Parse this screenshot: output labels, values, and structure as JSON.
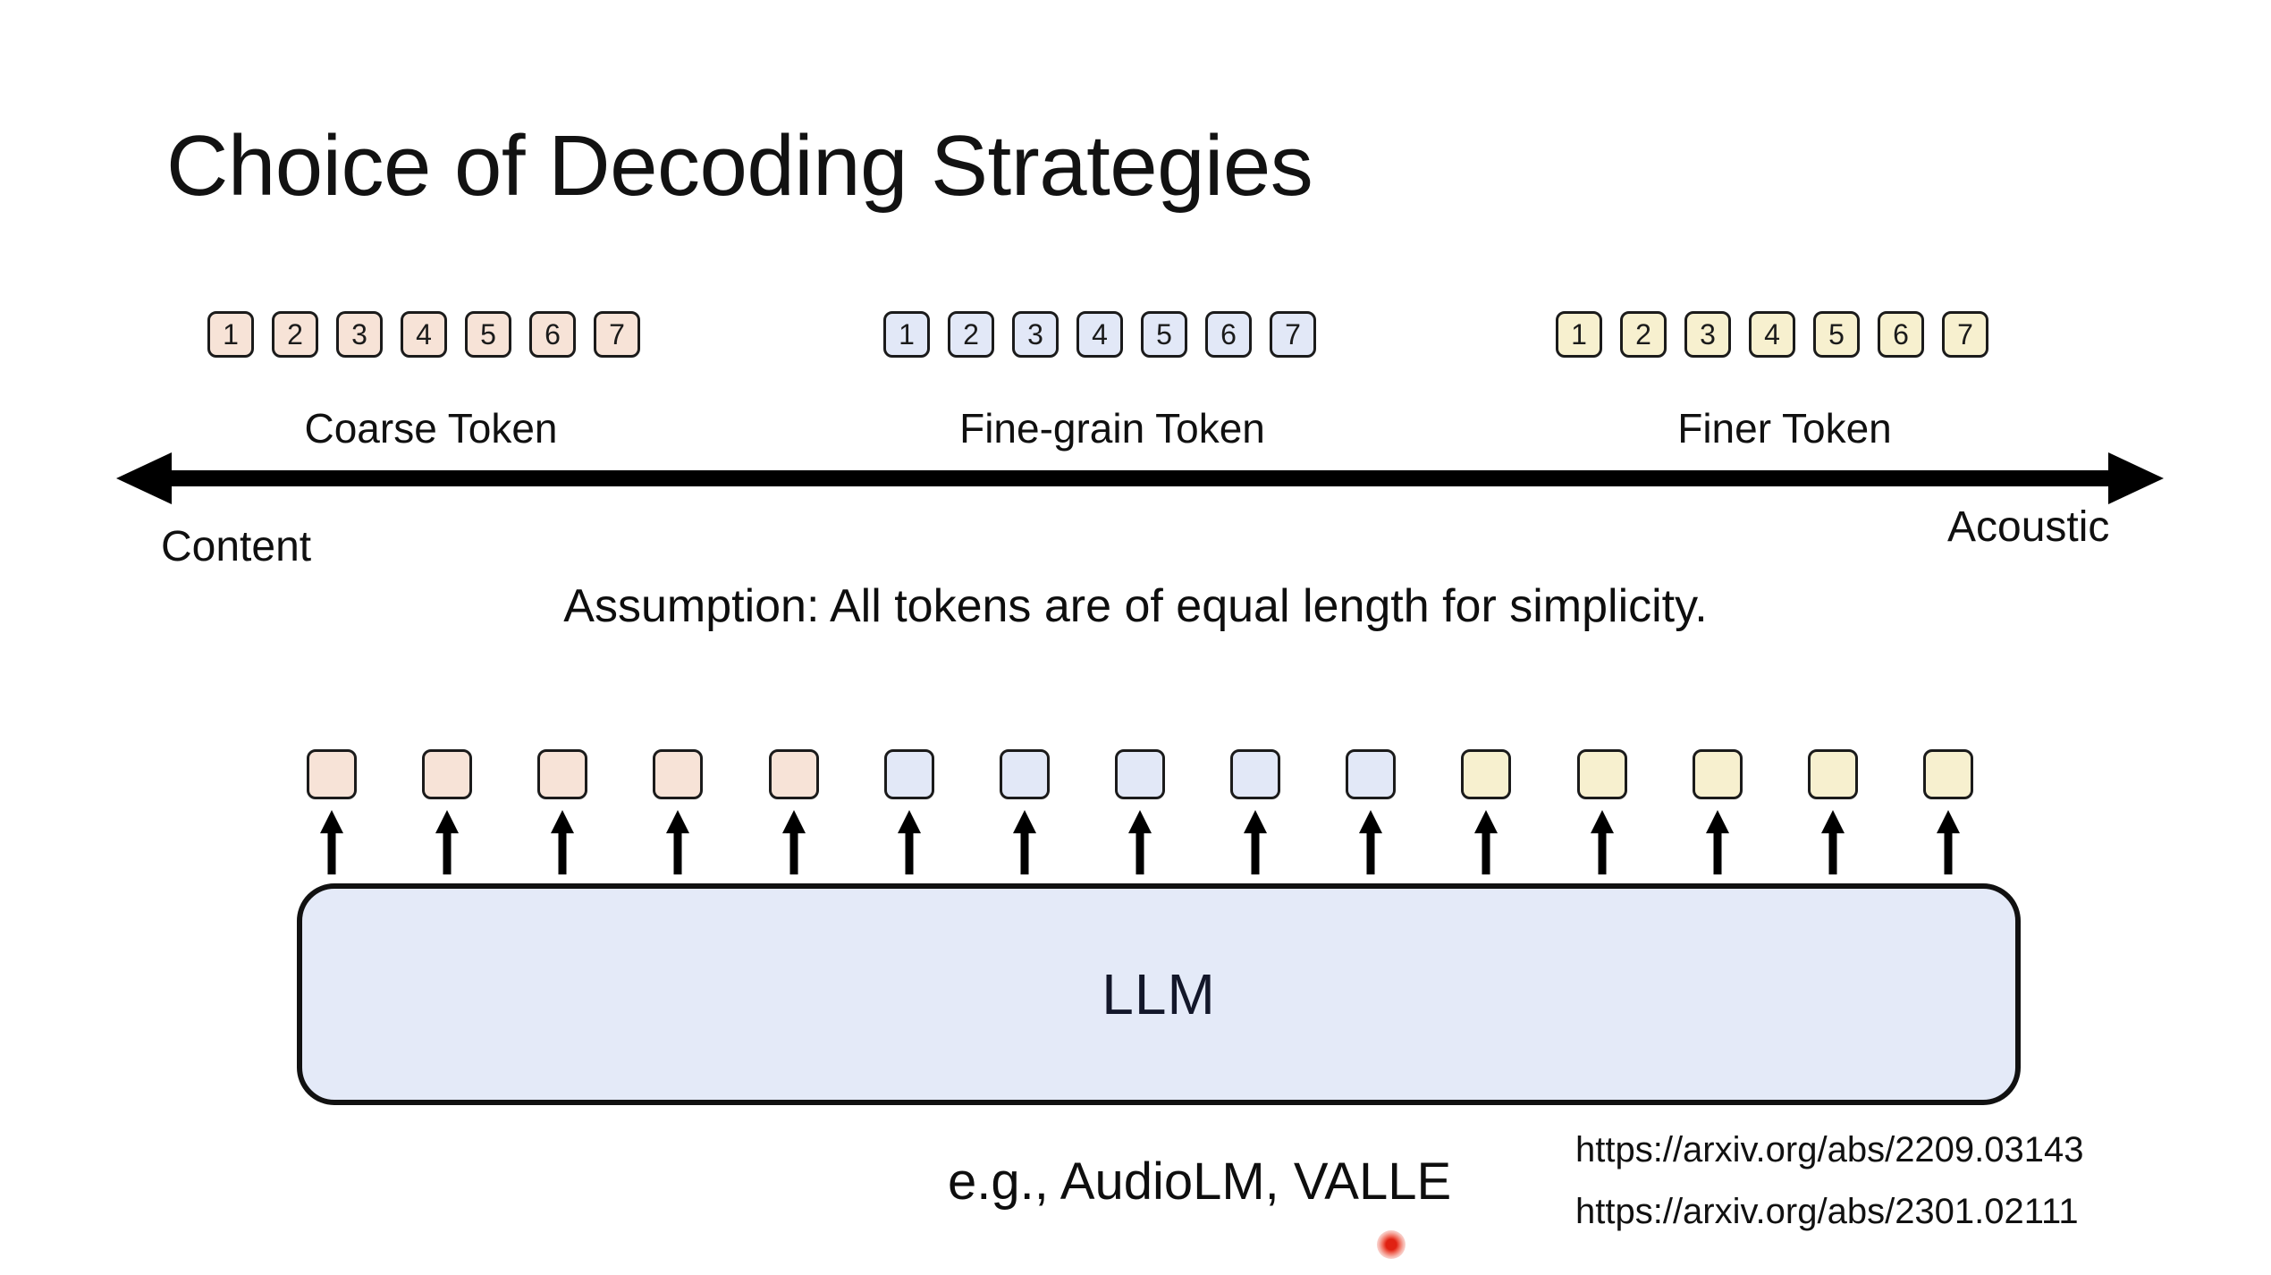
{
  "slide": {
    "title": "Choice of Decoding Strategies",
    "background_color": "#ffffff"
  },
  "spectrum": {
    "left_label": "Content",
    "right_label": "Acoustic",
    "arrow_name": "double-headed-arrow",
    "groups": [
      {
        "id": "coarse",
        "label": "Coarse Token",
        "color": "#f7e3d7",
        "tokens": [
          "1",
          "2",
          "3",
          "4",
          "5",
          "6",
          "7"
        ]
      },
      {
        "id": "fine-grain",
        "label": "Fine-grain Token",
        "color": "#e2e8f7",
        "tokens": [
          "1",
          "2",
          "3",
          "4",
          "5",
          "6",
          "7"
        ]
      },
      {
        "id": "finer",
        "label": "Finer Token",
        "color": "#f7f0cf",
        "tokens": [
          "1",
          "2",
          "3",
          "4",
          "5",
          "6",
          "7"
        ]
      }
    ]
  },
  "assumption": "Assumption: All tokens are of equal length for simplicity.",
  "model": {
    "label": "LLM",
    "fill_color": "#e4eaf8",
    "border_color": "#111111"
  },
  "output_sequence": [
    {
      "color": "#f7e3d7",
      "group": "coarse"
    },
    {
      "color": "#f7e3d7",
      "group": "coarse"
    },
    {
      "color": "#f7e3d7",
      "group": "coarse"
    },
    {
      "color": "#f7e3d7",
      "group": "coarse"
    },
    {
      "color": "#f7e3d7",
      "group": "coarse"
    },
    {
      "color": "#e2e8f7",
      "group": "fine-grain"
    },
    {
      "color": "#e2e8f7",
      "group": "fine-grain"
    },
    {
      "color": "#e2e8f7",
      "group": "fine-grain"
    },
    {
      "color": "#e2e8f7",
      "group": "fine-grain"
    },
    {
      "color": "#e2e8f7",
      "group": "fine-grain"
    },
    {
      "color": "#f7f0cf",
      "group": "finer"
    },
    {
      "color": "#f7f0cf",
      "group": "finer"
    },
    {
      "color": "#f7f0cf",
      "group": "finer"
    },
    {
      "color": "#f7f0cf",
      "group": "finer"
    },
    {
      "color": "#f7f0cf",
      "group": "finer"
    }
  ],
  "footer": {
    "example": "e.g., AudioLM, VALLE",
    "references": [
      "https://arxiv.org/abs/2209.03143",
      "https://arxiv.org/abs/2301.02111"
    ]
  },
  "pointer": {
    "name": "laser-pointer-dot",
    "color": "#e02112"
  }
}
